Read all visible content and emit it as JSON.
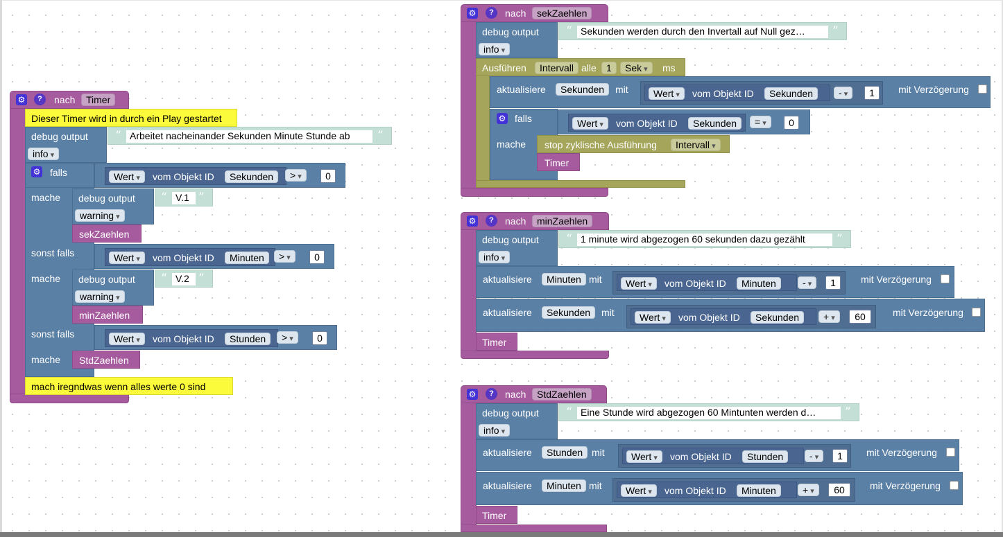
{
  "procedures": {
    "timer": {
      "nach": "nach",
      "name": "Timer",
      "comment": "Dieser Timer wird in durch ein Play gestartet",
      "debug_label": "debug output",
      "debug_text": "Arbeitet nacheinander Sekunden Minute Stunde ab",
      "debug_level": "info",
      "falls": "falls",
      "sonst_falls_1": "sonst falls",
      "sonst_falls_2": "sonst falls",
      "mache_1": "mache",
      "mache_2": "mache",
      "mache_3": "mache",
      "cond1": {
        "wert": "Wert",
        "vom": "vom Objekt ID",
        "obj": "Sekunden",
        "op": ">",
        "num": "0"
      },
      "cond2": {
        "wert": "Wert",
        "vom": "vom Objekt ID",
        "obj": "Minuten",
        "op": ">",
        "num": "0"
      },
      "cond3": {
        "wert": "Wert",
        "vom": "vom Objekt ID",
        "obj": "Stunden",
        "op": ">",
        "num": "0"
      },
      "do1": {
        "debug": "debug output",
        "text": "V.1",
        "level": "warning",
        "call": "sekZaehlen"
      },
      "do2": {
        "debug": "debug output",
        "text": "V.2",
        "level": "warning",
        "call": "minZaehlen"
      },
      "do3": {
        "call": "StdZaehlen"
      },
      "comment2": "mach iregndwas wenn alles werte 0 sind"
    },
    "sek": {
      "nach": "nach",
      "name": "sekZaehlen",
      "debug_label": "debug output",
      "debug_text": "Sekunden werden durch den Invertall auf Null gez…",
      "debug_level": "info",
      "ausfuehren": "Ausführen",
      "intervall": "Intervall",
      "alle": "alle",
      "alle_num": "1",
      "unit": "Sek",
      "ms": "ms",
      "akt": "aktualisiere",
      "akt_obj": "Sekunden",
      "mit": "mit",
      "wert": "Wert",
      "vom": "vom Objekt ID",
      "obj": "Sekunden",
      "op": "-",
      "num": "1",
      "verz": "mit Verzögerung",
      "falls": "falls",
      "cond": {
        "wert": "Wert",
        "vom": "vom Objekt ID",
        "obj": "Sekunden",
        "op": "=",
        "num": "0"
      },
      "mache": "mache",
      "stop": "stop zyklische Ausführung",
      "stop_target": "Intervall",
      "call": "Timer"
    },
    "min": {
      "nach": "nach",
      "name": "minZaehlen",
      "debug_label": "debug output",
      "debug_text": "1 minute wird abgezogen 60 sekunden dazu gezählt",
      "debug_level": "info",
      "akt1": {
        "akt": "aktualisiere",
        "target": "Minuten",
        "mit": "mit",
        "wert": "Wert",
        "vom": "vom Objekt ID",
        "obj": "Minuten",
        "op": "-",
        "num": "1",
        "verz": "mit Verzögerung"
      },
      "akt2": {
        "akt": "aktualisiere",
        "target": "Sekunden",
        "mit": "mit",
        "wert": "Wert",
        "vom": "vom Objekt ID",
        "obj": "Sekunden",
        "op": "+",
        "num": "60",
        "verz": "mit Verzögerung"
      },
      "call": "Timer"
    },
    "std": {
      "nach": "nach",
      "name": "StdZaehlen",
      "debug_label": "debug output",
      "debug_text": "Eine Stunde wird abgezogen 60 Mintunten werden d…",
      "debug_level": "info",
      "akt1": {
        "akt": "aktualisiere",
        "target": "Stunden",
        "mit": "mit",
        "wert": "Wert",
        "vom": "vom Objekt ID",
        "obj": "Stunden",
        "op": "-",
        "num": "1",
        "verz": "mit Verzögerung"
      },
      "akt2": {
        "akt": "aktualisiere",
        "target": "Minuten",
        "mit": "mit",
        "wert": "Wert",
        "vom": "vom Objekt ID",
        "obj": "Minuten",
        "op": "+",
        "num": "60",
        "verz": "mit Verzögerung"
      },
      "call": "Timer"
    }
  },
  "icons": {
    "gear": "gear-icon",
    "help": "help-icon"
  },
  "colors": {
    "procedure": "#a55b9d",
    "logic": "#5b80a5",
    "timer": "#a5a55b",
    "comment": "#fbfb3c",
    "text": "#c4e0d6"
  }
}
